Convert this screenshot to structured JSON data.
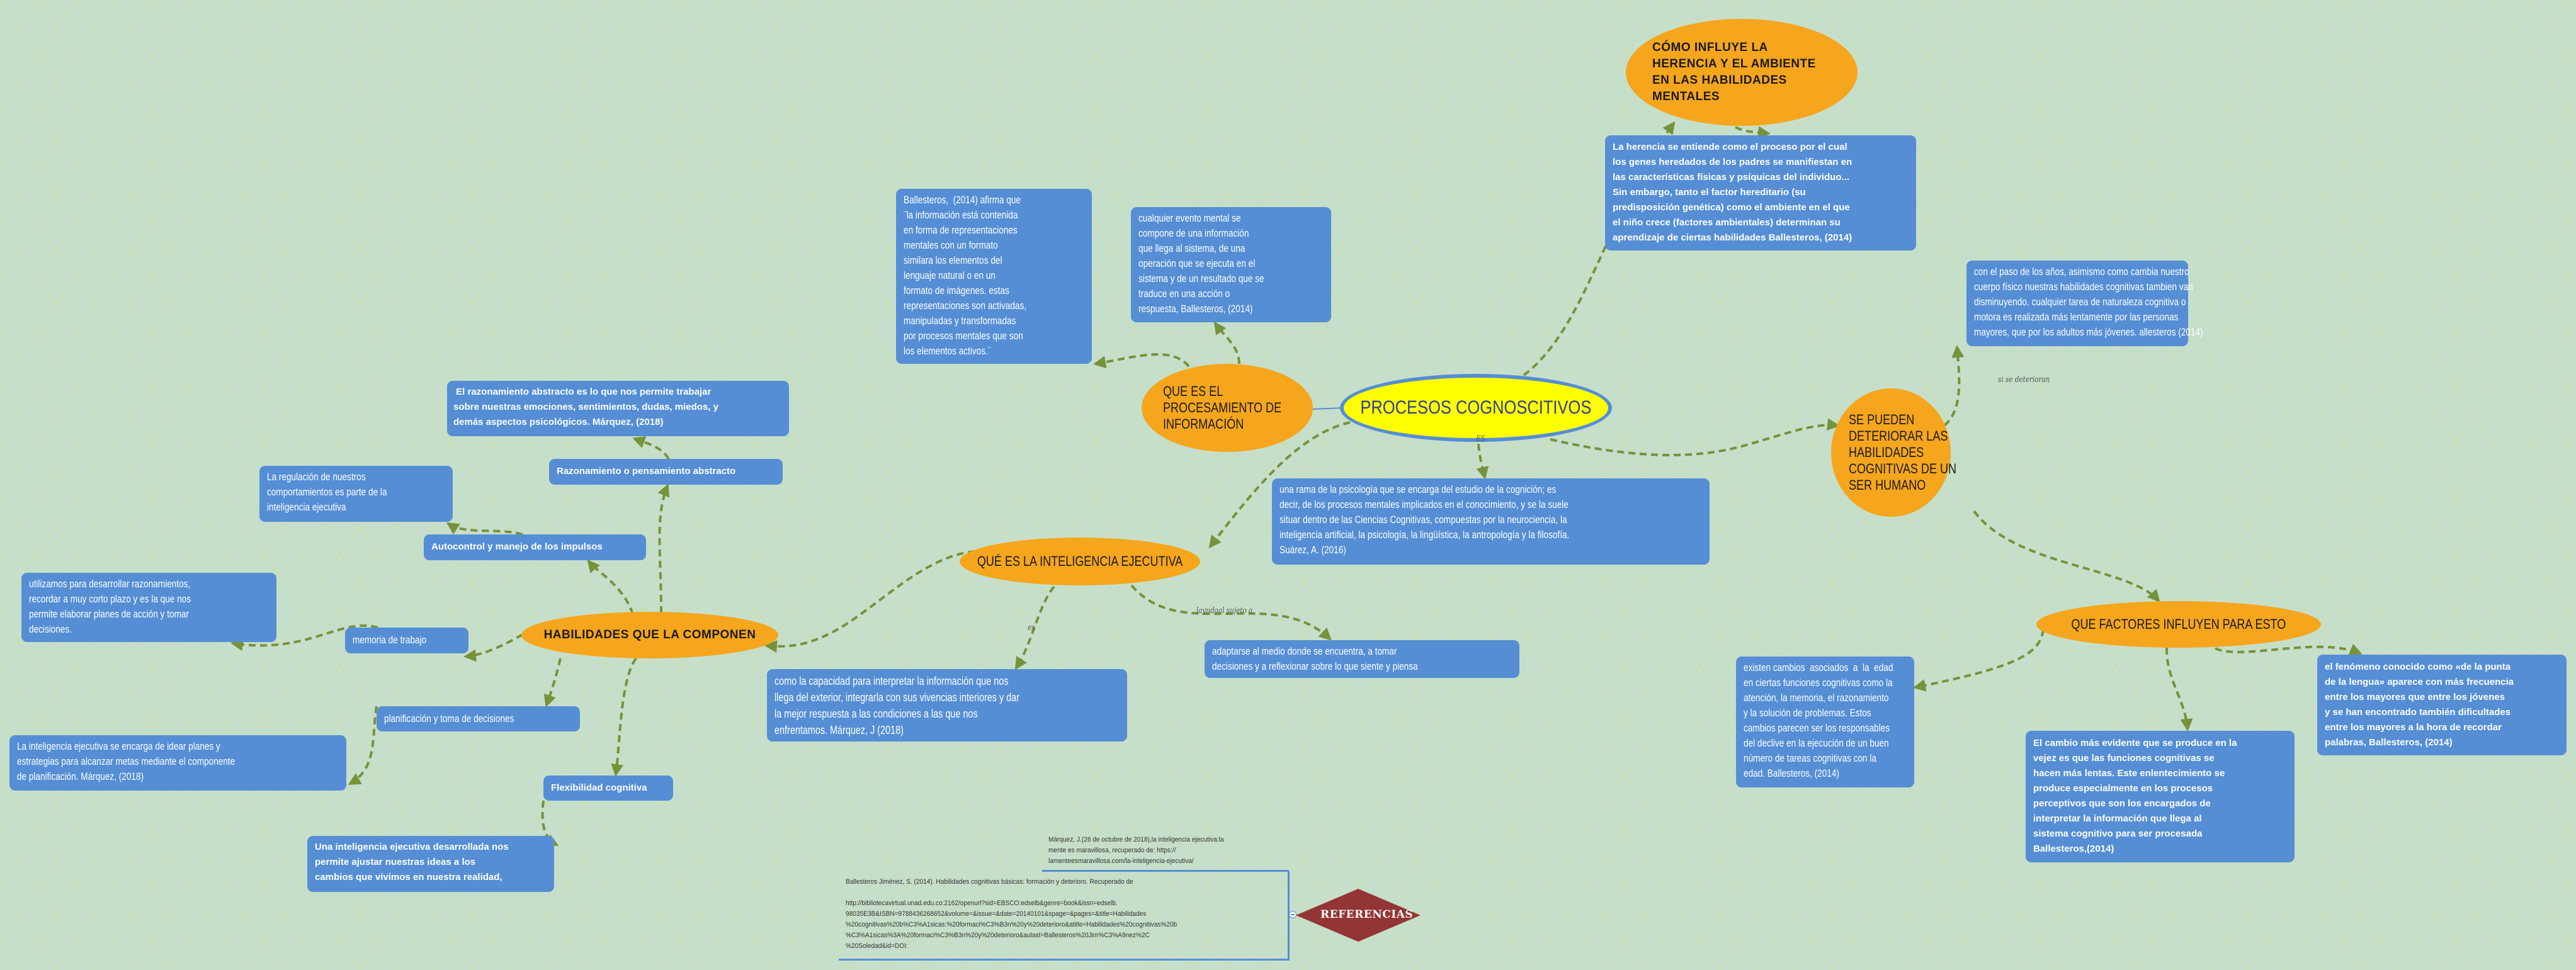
{
  "colors": {
    "background": "#c6dfca",
    "pattern": "#d4d98c",
    "topic_fill": "#f5a61d",
    "note_fill": "#558ed5",
    "central_fill": "#ffff00",
    "central_border": "#558ed5",
    "connector": "#76923c",
    "references_fill": "#943535"
  },
  "central": {
    "label": "PROCESOS COGNOSCITIVOS"
  },
  "topics": {
    "procesamiento": "QUE ES EL\nPROCESAMIENTO DE\nINFORMACIÓN",
    "herencia": "CÓMO INFLUYE LA\nHERENCIA Y EL AMBIENTE\nEN LAS HABILIDADES\nMENTALES",
    "deterioro": "SE PUEDEN\nDETERIORAR LAS\nHABILIDADES\nCOGNITIVAS DE UN\nSER HUMANO",
    "inteligencia": "QUÉ ES LA INTELIGENCIA EJECUTIVA",
    "habilidades": "HABILIDADES QUE LA COMPONEN",
    "factores": "QUE FACTORES INFLUYEN PARA ESTO"
  },
  "notes": {
    "ballesteros_info": "Ballesteros,  (2014) afirma que\n¨la información está contenida\nen forma de representaciones\nmentales con un formato\nsimilara los elementos del\nlenguaje natural o en un\nformato de imágenes. estas\nrepresentaciones son activadas,\nmanipuladas y transformadas\npor procesos mentales que son\nlos elementos activos.¨",
    "evento_mental": "cualquier evento mental se\ncompone de una información\nque llega al sistema, de una\noperación que se ejecuta en el\nsistema y de un resultado que se\ntraduce en una acción o\nrespuesta, Ballesteros, (2014)",
    "herencia_texto": "La herencia se entiende como el proceso por el cual\nlos genes heredados de los padres se manifiestan en\nlas características físicas y psíquicas del individuo...\nSin embargo, tanto el factor hereditario (su\npredisposición genética) como el ambiente en el que\nel niño crece (factores ambientales) determinan su\naprendizaje de ciertas habilidades Ballesteros, (2014)",
    "paso_anos": "con el paso de los años, asimismo como cambia nuestro\ncuerpo físico nuestras habilidades cognitivas tambien van\ndisminuyendo. cualquier tarea de naturaleza cognitiva o\nmotora es realizada más lentamente por las personas\nmayores, que por los adultos más jóvenes. allesteros (2014)",
    "definicion": "una rama de la psicología que se encarga del estudio de la cognición; es\ndecir, de los procesos mentales implicados en el conocimiento, y se la suele\nsituar dentro de las Ciencias Cognitivas, compuestas por la neurociencia, la\ninteligencia artificial, la psicología, la lingüística, la antropología y la filosofía.\nSuárez, A. (2016)",
    "capacidad": "como la capacidad para interpretar la información que nos\nllega del exterior, integrarla con sus vivencias interiores y dar\nla mejor respuesta a las condiciones a las que nos\nenfrentamos. Márquez, J (2018)",
    "adaptarse": "adaptarse al medio donde se encuentra, a tomar\ndecisiones y a reflexionar sobre lo que siente y piensa",
    "razonamiento_texto": " El razonamiento abstracto es lo que nos permite trabajar\nsobre nuestras emociones, sentimientos, dudas, miedos, y\ndemás aspectos psicológicos. Márquez, (2018)",
    "razonamiento": "Razonamiento o pensamiento abstracto",
    "regulacion": "La regulación de nuestros\ncomportamientos es parte de la\ninteligencia ejecutiva",
    "autocontrol": "Autocontrol y manejo de los impulsos",
    "memoria_texto": "utilizamos para desarrollar razonamientos,\nrecordar a muy corto plazo y es la que nos\npermite elaborar planes de acción y tomar\ndecisiones.",
    "memoria": "memoria de trabajo",
    "planificacion_texto": "La inteligencia ejecutiva se encarga de idear planes y\nestrategias para alcanzar metas mediante el componente\nde planificación. Márquez, (2018)",
    "planificacion": "planificación y toma de decisiones",
    "flexibilidad": "Flexibilidad cognitiva",
    "flexibilidad_texto": "Una inteligencia ejecutiva desarrollada nos\npermite ajustar nuestras ideas a los\ncambios que vivimos en nuestra realidad,",
    "cambios_edad": "existen cambios  asociados  a  la  edad\nen ciertas funciones cognitivas como la\natención, la memoria, el razonamiento\ny la solución de problemas. Estos\ncambios parecen ser los responsables\ndel declive en la ejecución de un buen\nnúmero de tareas cognitivas con la\nedad. Ballesteros, (2014)",
    "cambio_vejez": "El cambio más evidente que se produce en la\nvejez es que las funciones cognitivas se\nhacen más lentas. Este enlentecimiento se\nproduce especialmente en los procesos\nperceptivos que son los encargados de\ninterpretar la información que llega al\nsistema cognitivo para ser procesada\nBallesteros,(2014)",
    "punta_lengua": "el fenómeno conocido como «de la punta\nde la lengua» aparece con más frecuencia\nentre los mayores que entre los jóvenes\ny se han encontrado también dificultades\nentre los mayores a la hora de recordar\npalabras, Ballesteros, (2014)"
  },
  "link_labels": {
    "es_upper": "ES",
    "es_lower": "es",
    "ayuda": "layudaal sujeto a",
    "deterioran": "si se deterioran"
  },
  "references": {
    "title": "REFERENCIAS",
    "marquez": "Márquez, J.(26 de octubre de 2018),la inteligencia ejecutiva:la\nmente es maravillosa, recuperado de: https://\nlamenteesmaravillosa.com/la-inteligencia-ejecutiva/",
    "ballesteros": "Ballesteros Jiménez, S. (2014). Habilidades cognitivas básicas: formación y deterioro. Recuperado de\n\nhttp://bibliotecavirtual.unad.edu.co:2162/openurl?sid=EBSCO:edselb&genre=book&issn=edselb.\n98035E3B&ISBN=9788436268652&volume=&issue=&date=20140101&spage=&pages=&title=Habilidades\n%20cognitivas%20b%C3%A1sicas:%20formaci%C3%B3n%20y%20deterioro&atitle=Habilidades%20cognitivas%20b\n%C3%A1sicas%3A%20formaci%C3%B3n%20y%20deterioro&aulast=Ballesteros%20Jim%C3%A9nez%2C\n%20Soledad&id=DOI:"
  }
}
